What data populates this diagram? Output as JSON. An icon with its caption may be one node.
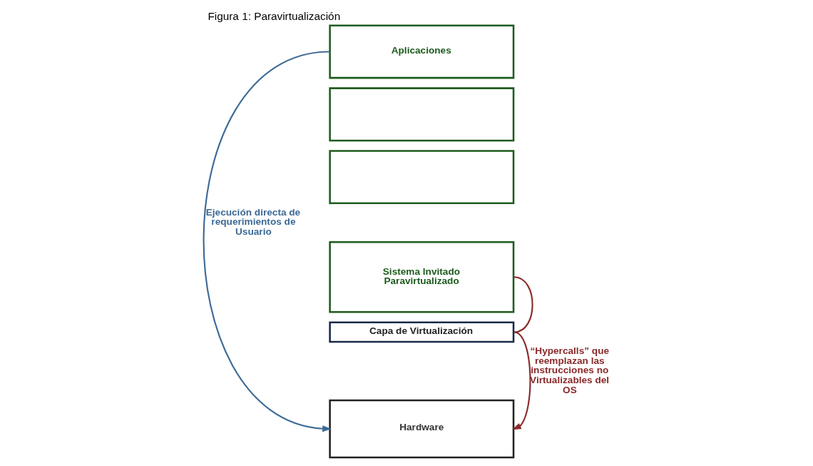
{
  "diagram": {
    "title": "Figura 1: Paravirtualización",
    "nodes": [
      {
        "text": [
          "Aplicaciones"
        ]
      },
      {
        "text": [],
        "shape": "box"
      },
      {
        "text": [],
        "shape": "box"
      },
      {
        "text": [
          "Sistema Invitado Paravirtualizado"
        ]
      },
      {
        "text": [
          "Capa de Virtualización"
        ]
      },
      {
        "text": [
          "Hardware"
        ]
      }
    ],
    "edges": [
      {
        "from": 0,
        "to": 5,
        "arrow": "to",
        "label": "Ejecución directa de requerimientos de Usuario",
        "color": "#3d6a96"
      },
      {
        "from": 3,
        "to": 4,
        "arrow": "none"
      },
      {
        "from": 4,
        "to": 5,
        "arrow": "to",
        "label": "“Hypercalls” que reemplazan las instrucciones no Virtualizables del OS"
      }
    ]
  }
}
